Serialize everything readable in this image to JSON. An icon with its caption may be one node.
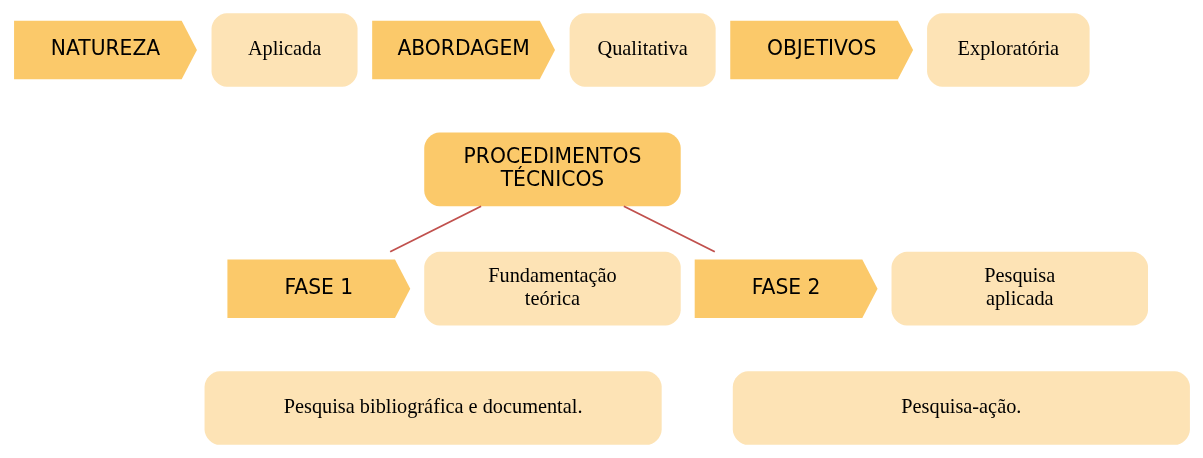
{
  "diagram": {
    "nodes": [
      {
        "text": [
          "NATUREZA"
        ]
      },
      {
        "text": [
          "Aplicada"
        ]
      },
      {
        "text": [
          "ABORDAGEM"
        ]
      },
      {
        "text": [
          "Qualitativa"
        ]
      },
      {
        "text": [
          "OBJETIVOS"
        ]
      },
      {
        "text": [
          "Exploratória"
        ]
      },
      {
        "text": [
          "PROCEDIMENTOS TÉCNICOS"
        ]
      },
      {
        "text": [
          "FASE 1"
        ]
      },
      {
        "text": [
          "Fundamentação teórica"
        ]
      },
      {
        "text": [
          "Pesquisa bibliográfica e documental."
        ]
      },
      {
        "text": [
          "FASE 2"
        ]
      },
      {
        "text": [
          "Pesquisa aplicada"
        ]
      },
      {
        "text": [
          "Pesquisa-ação."
        ]
      }
    ],
    "edges": [
      {
        "from": 6,
        "to": 7,
        "arrow": "none",
        "color": "#c0504d"
      },
      {
        "from": 6,
        "to": 10,
        "arrow": "none",
        "color": "#c0504d"
      }
    ]
  }
}
